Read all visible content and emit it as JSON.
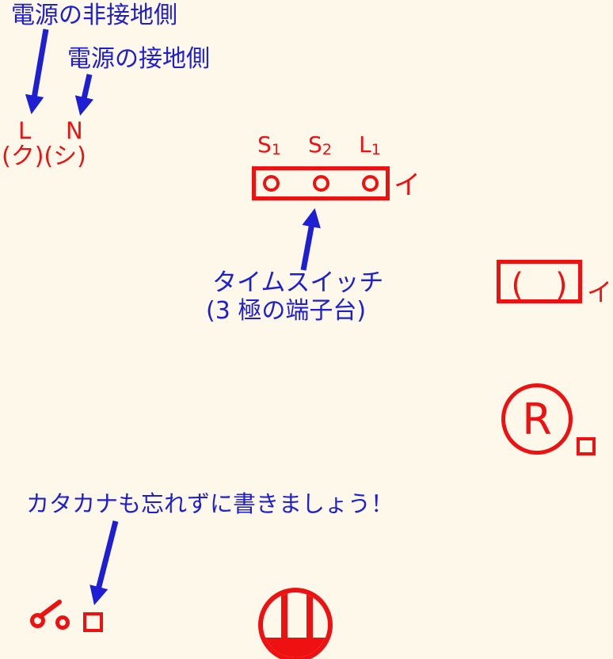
{
  "colors": {
    "background": "#fdf8ea",
    "annotation_blue": "#1e1ed2",
    "diagram_red": "#ee1111"
  },
  "power_source": {
    "nongrounded_label": "電源の非接地側",
    "grounded_label": "電源の接地側",
    "line_terminal": "L",
    "neutral_terminal": "N",
    "line_kana": "(ク)",
    "neutral_kana": "(シ)"
  },
  "time_switch": {
    "terminals": [
      {
        "base": "S",
        "sub": "1"
      },
      {
        "base": "S",
        "sub": "2"
      },
      {
        "base": "L",
        "sub": "1"
      }
    ],
    "caption_line1": "タイムスイッチ",
    "caption_line2": "(3 極の端子台)",
    "circuit_kana": "イ"
  },
  "blank_box": {
    "text": "(　)",
    "circuit_kana": "イ"
  },
  "lamp": {
    "symbol_letter": "R"
  },
  "reminder": {
    "text": "カタカナも忘れずに書きましょう！"
  },
  "symbols": {
    "switch": "single-pole-switch-icon",
    "ceiling_light": "ceiling-light-icon",
    "terminal_block": "terminal-block-3pole",
    "blank_squares": "katakana-placeholder-square"
  }
}
